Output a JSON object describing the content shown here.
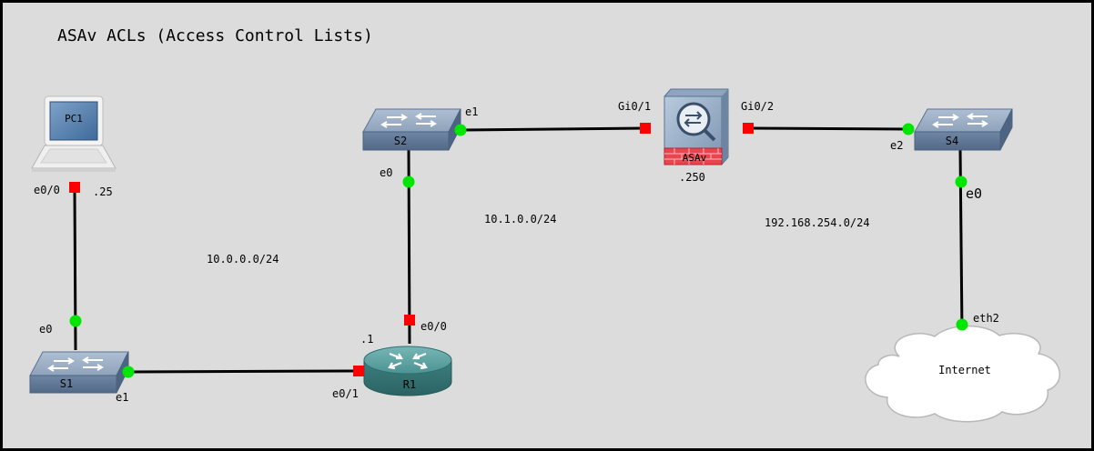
{
  "diagram": {
    "title": "ASAv ACLs (Access Control Lists)",
    "colors": {
      "background": "#dcdcdc",
      "link": "#000000",
      "port_up": "#00e600",
      "port_routed": "#ff0000",
      "switch": "#7f95b1",
      "router": "#4f9898",
      "firewall_band": "#e8454f"
    },
    "nodes": {
      "pc1": {
        "label": "PC1",
        "icon": "laptop-icon"
      },
      "s1": {
        "label": "S1",
        "icon": "switch-icon"
      },
      "s2": {
        "label": "S2",
        "icon": "switch-icon"
      },
      "s4": {
        "label": "S4",
        "icon": "switch-icon"
      },
      "r1": {
        "label": "R1",
        "icon": "router-icon"
      },
      "asav": {
        "label": "ASAv",
        "icon": "firewall-icon"
      },
      "internet": {
        "label": "Internet",
        "icon": "cloud-icon"
      }
    },
    "ports": {
      "pc1_e00": "e0/0",
      "pc1_ip": ".25",
      "s1_e0": "e0",
      "s1_e1": "e1",
      "r1_e01": "e0/1",
      "r1_e00": "e0/0",
      "r1_ip": ".1",
      "s2_e0": "e0",
      "s2_e1": "e1",
      "asav_gi01": "Gi0/1",
      "asav_gi02": "Gi0/2",
      "asav_ip": ".250",
      "s4_e2": "e2",
      "s4_e0": "e0",
      "internet_eth2": "eth2"
    },
    "networks": {
      "net_a": "10.0.0.0/24",
      "net_b": "10.1.0.0/24",
      "net_c": "192.168.254.0/24"
    }
  }
}
